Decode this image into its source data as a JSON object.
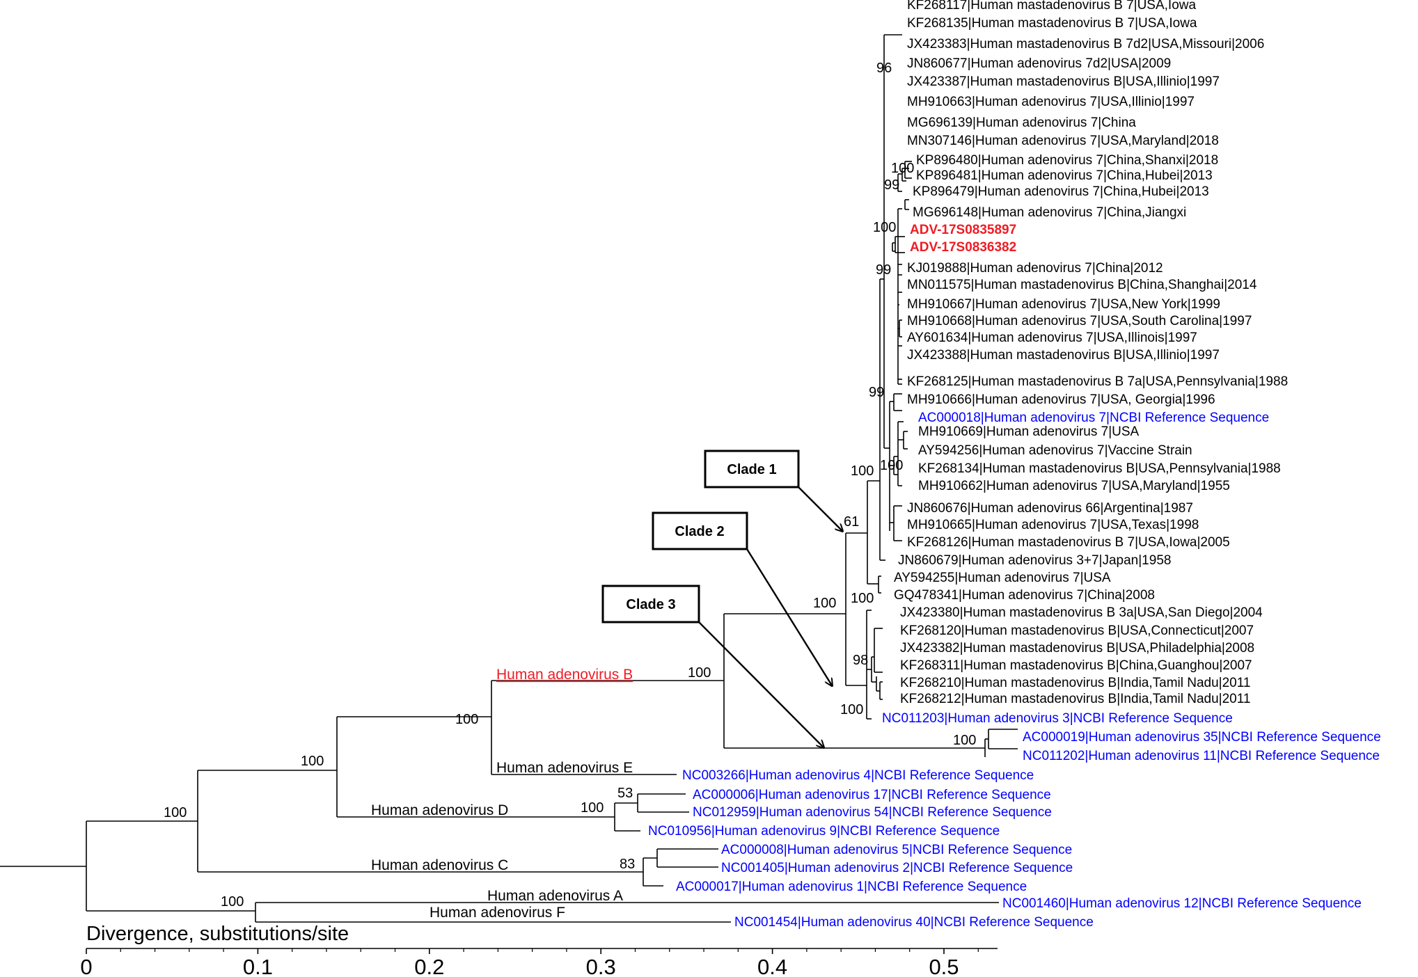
{
  "colors": {
    "black": "#000000",
    "red": "#ed1c24",
    "blue": "#0000ff"
  },
  "chart_data": {
    "type": "phylogenetic_tree",
    "axis": {
      "title": "Divergence, substitutions/site",
      "range": [
        0,
        0.53
      ],
      "ticks": [
        {
          "value": 0,
          "label": "0"
        },
        {
          "value": 0.1,
          "label": "0.1"
        },
        {
          "value": 0.2,
          "label": "0.2"
        },
        {
          "value": 0.3,
          "label": "0.3"
        },
        {
          "value": 0.4,
          "label": "0.4"
        },
        {
          "value": 0.5,
          "label": "0.5"
        }
      ]
    },
    "leaves": [
      {
        "label": "KF268117|Human mastadenovirus B 7|USA,Iowa",
        "color": "black"
      },
      {
        "label": "KF268135|Human mastadenovirus B 7|USA,Iowa",
        "color": "black"
      },
      {
        "label": "JX423383|Human mastadenovirus B 7d2|USA,Missouri|2006",
        "color": "black"
      },
      {
        "label": "JN860677|Human adenovirus 7d2|USA|2009",
        "color": "black"
      },
      {
        "label": "JX423387|Human mastadenovirus B|USA,Illinio|1997",
        "color": "black"
      },
      {
        "label": "MH910663|Human adenovirus 7|USA,Illinio|1997",
        "color": "black"
      },
      {
        "label": "MG696139|Human adenovirus 7|China",
        "color": "black"
      },
      {
        "label": "MN307146|Human adenovirus 7|USA,Maryland|2018",
        "color": "black"
      },
      {
        "label": "KP896480|Human adenovirus 7|China,Shanxi|2018",
        "color": "black"
      },
      {
        "label": "KP896481|Human adenovirus 7|China,Hubei|2013",
        "color": "black"
      },
      {
        "label": "KP896479|Human adenovirus 7|China,Hubei|2013",
        "color": "black"
      },
      {
        "label": "MG696148|Human adenovirus 7|China,Jiangxi",
        "color": "black"
      },
      {
        "label": "ADV-17S0835897",
        "color": "red",
        "bold": true
      },
      {
        "label": "ADV-17S0836382",
        "color": "red",
        "bold": true
      },
      {
        "label": "KJ019888|Human adenovirus 7|China|2012",
        "color": "black"
      },
      {
        "label": "MN011575|Human mastadenovirus B|China,Shanghai|2014",
        "color": "black"
      },
      {
        "label": "MH910667|Human adenovirus 7|USA,New York|1999",
        "color": "black"
      },
      {
        "label": "MH910668|Human adenovirus 7|USA,South Carolina|1997",
        "color": "black"
      },
      {
        "label": "AY601634|Human adenovirus 7|USA,Illinois|1997",
        "color": "black"
      },
      {
        "label": "JX423388|Human mastadenovirus B|USA,Illinio|1997",
        "color": "black"
      },
      {
        "label": "KF268125|Human mastadenovirus B 7a|USA,Pennsylvania|1988",
        "color": "black"
      },
      {
        "label": "MH910666|Human adenovirus 7|USA, Georgia|1996",
        "color": "black"
      },
      {
        "label": "AC000018|Human adenovirus 7|NCBI Reference Sequence",
        "color": "blue"
      },
      {
        "label": "MH910669|Human adenovirus 7|USA",
        "color": "black"
      },
      {
        "label": "AY594256|Human adenovirus 7|Vaccine Strain",
        "color": "black"
      },
      {
        "label": "KF268134|Human mastadenovirus B|USA,Pennsylvania|1988",
        "color": "black"
      },
      {
        "label": "MH910662|Human adenovirus 7|USA,Maryland|1955",
        "color": "black"
      },
      {
        "label": "JN860676|Human adenovirus 66|Argentina|1987",
        "color": "black"
      },
      {
        "label": "MH910665|Human adenovirus 7|USA,Texas|1998",
        "color": "black"
      },
      {
        "label": "KF268126|Human mastadenovirus B 7|USA,Iowa|2005",
        "color": "black"
      },
      {
        "label": "JN860679|Human adenovirus 3+7|Japan|1958",
        "color": "black"
      },
      {
        "label": "AY594255|Human adenovirus 7|USA",
        "color": "black"
      },
      {
        "label": "GQ478341|Human adenovirus 7|China|2008",
        "color": "black"
      },
      {
        "label": "JX423380|Human mastadenovirus B 3a|USA,San Diego|2004",
        "color": "black"
      },
      {
        "label": "KF268120|Human mastadenovirus B|USA,Connecticut|2007",
        "color": "black"
      },
      {
        "label": "JX423382|Human mastadenovirus B|USA,Philadelphia|2008",
        "color": "black"
      },
      {
        "label": "KF268311|Human mastadenovirus B|China,Guanghou|2007",
        "color": "black"
      },
      {
        "label": "KF268210|Human mastadenovirus B|India,Tamil Nadu|2011",
        "color": "black"
      },
      {
        "label": "KF268212|Human mastadenovirus B|India,Tamil Nadu|2011",
        "color": "black"
      },
      {
        "label": "NC011203|Human adenovirus 3|NCBI Reference Sequence",
        "color": "blue"
      },
      {
        "label": "AC000019|Human adenovirus 35|NCBI Reference Sequence",
        "color": "blue"
      },
      {
        "label": "NC011202|Human adenovirus 11|NCBI Reference Sequence",
        "color": "blue"
      },
      {
        "label": "NC003266|Human adenovirus 4|NCBI Reference Sequence",
        "color": "blue"
      },
      {
        "label": "AC000006|Human adenovirus 17|NCBI Reference Sequence",
        "color": "blue"
      },
      {
        "label": "NC012959|Human adenovirus 54|NCBI Reference Sequence",
        "color": "blue"
      },
      {
        "label": "NC010956|Human adenovirus 9|NCBI Reference Sequence",
        "color": "blue"
      },
      {
        "label": "AC000008|Human adenovirus 5|NCBI Reference Sequence",
        "color": "blue"
      },
      {
        "label": "NC001405|Human adenovirus 2|NCBI Reference Sequence",
        "color": "blue"
      },
      {
        "label": "AC000017|Human adenovirus 1|NCBI Reference Sequence",
        "color": "blue"
      },
      {
        "label": "NC001460|Human adenovirus 12|NCBI Reference Sequence",
        "color": "blue"
      },
      {
        "label": "NC001454|Human adenovirus 40|NCBI Reference Sequence",
        "color": "blue"
      }
    ],
    "bootstrap_values": [
      {
        "value": "96"
      },
      {
        "value": "100"
      },
      {
        "value": "99"
      },
      {
        "value": "100"
      },
      {
        "value": "99"
      },
      {
        "value": "99"
      },
      {
        "value": "100"
      },
      {
        "value": "100"
      },
      {
        "value": "61"
      },
      {
        "value": "100"
      },
      {
        "value": "100"
      },
      {
        "value": "98"
      },
      {
        "value": "100"
      },
      {
        "value": "100"
      },
      {
        "value": "100"
      },
      {
        "value": "100"
      },
      {
        "value": "100"
      },
      {
        "value": "53"
      },
      {
        "value": "100"
      },
      {
        "value": "83"
      },
      {
        "value": "100"
      },
      {
        "value": "100"
      }
    ],
    "groups": [
      {
        "label": "Human adenovirus B",
        "color": "red",
        "underline": true
      },
      {
        "label": "Human adenovirus E",
        "color": "black"
      },
      {
        "label": "Human adenovirus D",
        "color": "black"
      },
      {
        "label": "Human adenovirus C",
        "color": "black"
      },
      {
        "label": "Human adenovirus A",
        "color": "black"
      },
      {
        "label": "Human adenovirus F",
        "color": "black"
      }
    ],
    "clades": [
      {
        "label": "Clade 1"
      },
      {
        "label": "Clade 2"
      },
      {
        "label": "Clade 3"
      }
    ]
  }
}
